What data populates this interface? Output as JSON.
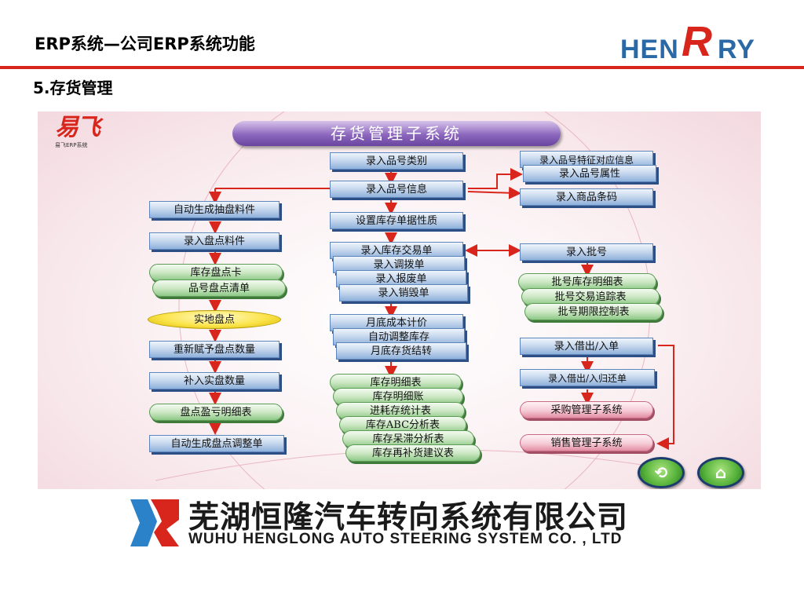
{
  "header": {
    "title": "ERP系统—公司ERP系统功能",
    "subtitle": "5.存货管理",
    "logo_text_left": "HEN",
    "logo_text_right": "RY",
    "logo_r": "R"
  },
  "diagram": {
    "brand_mark": "易飞",
    "brand_small": "易飞ERP系统",
    "banner": "存货管理子系统",
    "center_column": {
      "top": [
        "录入品号类别",
        "录入品号信息",
        "设置库存单据性质"
      ],
      "transactions": [
        "录入库存交易单",
        "录入调拨单",
        "录入报废单",
        "录入销毁单"
      ],
      "month_end": [
        "月底成本计价",
        "自动调整库存",
        "月底存货结转"
      ],
      "reports": [
        "库存明细表",
        "库存明细账",
        "进耗存统计表",
        "库存ABC分析表",
        "库存呆滞分析表",
        "库存再补货建议表"
      ]
    },
    "left_column": {
      "blue_1": [
        "自动生成抽盘料件",
        "录入盘点料件"
      ],
      "green_1": [
        "库存盘点卡",
        "品号盘点清单"
      ],
      "ellipse": "实地盘点",
      "blue_2": [
        "重新赋予盘点数量",
        "补入实盘数量"
      ],
      "green_2": "盘点盈亏明细表",
      "blue_3": "自动生成盘点调整单"
    },
    "right_column": {
      "item_attrs": [
        "录入品号特征对应信息",
        "录入品号属性"
      ],
      "barcode": "录入商品条码",
      "batch": "录入批号",
      "batch_reports": [
        "批号库存明细表",
        "批号交易追踪表",
        "批号期限控制表"
      ],
      "borrow": [
        "录入借出/入单",
        "录入借出/入归还单"
      ],
      "subsystems": [
        "采购管理子系统",
        "销售管理子系统"
      ]
    },
    "colors": {
      "blue_box": "#8fb1db",
      "green_box": "#8dc886",
      "pink_box": "#e28da3",
      "arrow_red": "#d9261c",
      "banner_purple": "#8c67bd"
    },
    "icons": [
      "refresh-icon",
      "home-icon"
    ]
  },
  "footer": {
    "company_cn": "芜湖恒隆汽车转向系统有限公司",
    "company_en": "WUHU HENGLONG AUTO STEERING SYSTEM CO. , LTD"
  }
}
